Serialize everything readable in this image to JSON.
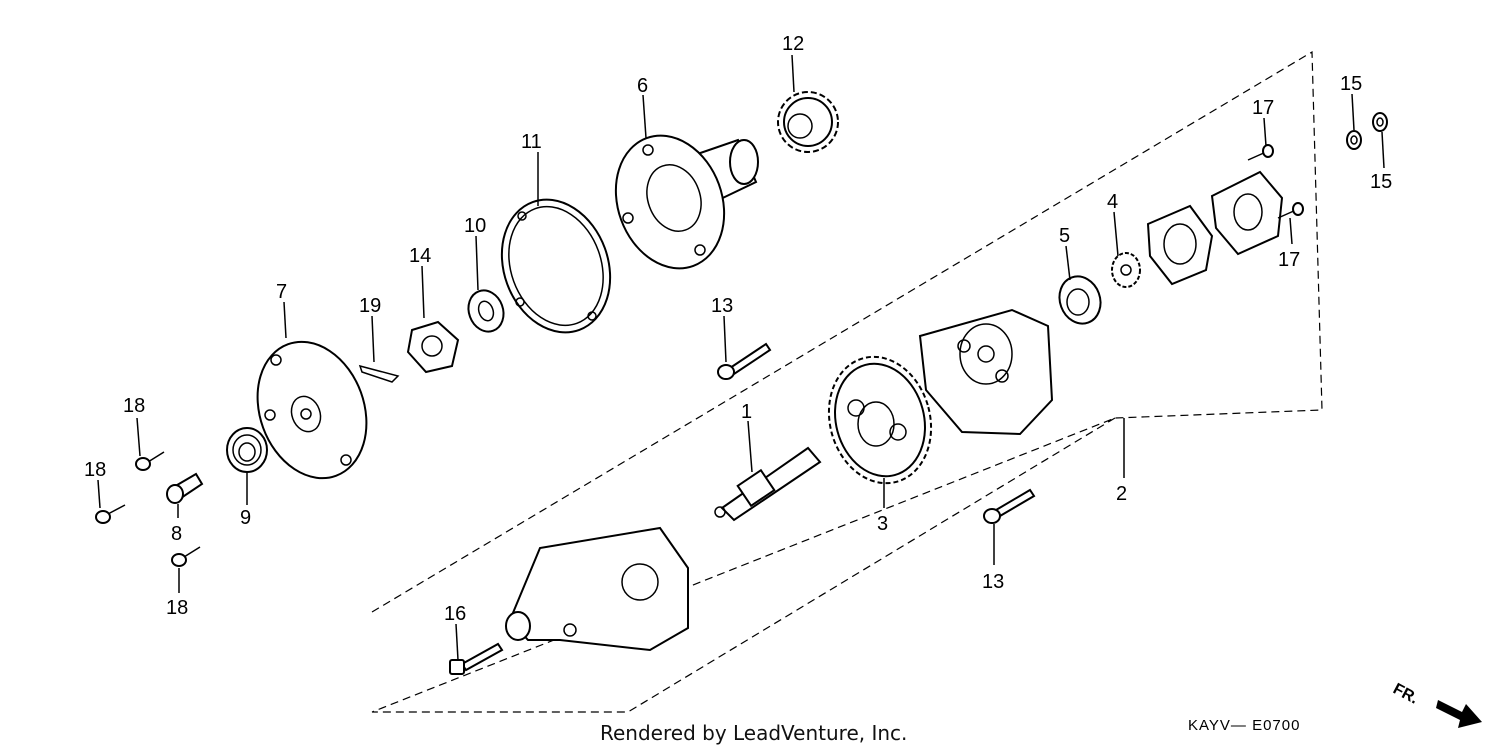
{
  "callouts": {
    "p1": "1",
    "p2": "2",
    "p3": "3",
    "p4": "4",
    "p5": "5",
    "p6": "6",
    "p7": "7",
    "p8": "8",
    "p9": "9",
    "p10": "10",
    "p11": "11",
    "p12": "12",
    "p13a": "13",
    "p13b": "13",
    "p14": "14",
    "p15a": "15",
    "p15b": "15",
    "p16": "16",
    "p17a": "17",
    "p17b": "17",
    "p18a": "18",
    "p18b": "18",
    "p18c": "18",
    "p19": "19"
  },
  "footer": {
    "credit": "Rendered by LeadVenture, Inc.",
    "diagram_code": "KAYV— E0700",
    "direction_label": "FR."
  }
}
